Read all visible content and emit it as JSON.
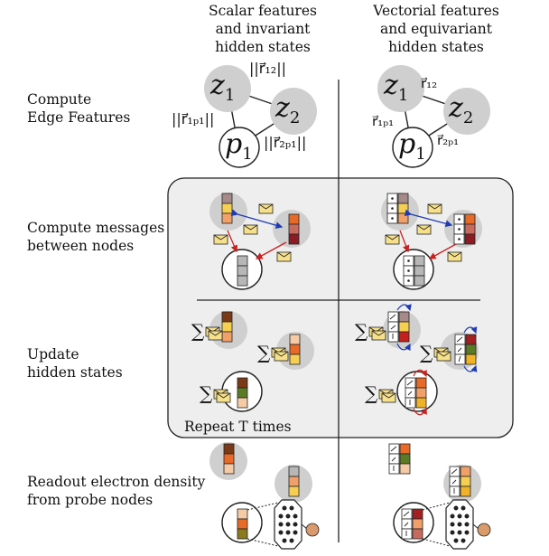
{
  "columns": {
    "left_header": [
      "Scalar features",
      "and invariant",
      "hidden states"
    ],
    "right_header": [
      "Vectorial features",
      "and equivariant",
      "hidden states"
    ]
  },
  "steps": {
    "edge": [
      "Compute",
      "Edge Features"
    ],
    "messages": [
      "Compute messages",
      "between nodes"
    ],
    "update": [
      "Update",
      "hidden states"
    ],
    "readout": [
      "Readout electron density",
      "from probe nodes"
    ]
  },
  "repeat_label": "Repeat T times",
  "nodes": {
    "z1": "z",
    "z1_sub": "1",
    "z2": "z",
    "z2_sub": "2",
    "p1": "p",
    "p1_sub": "1"
  },
  "edge_labels_scalar": {
    "r12": "||r⃗₁₂||",
    "r1p1": "||r⃗₁ₚ₁||",
    "r2p1": "||r⃗₂ₚ₁||"
  },
  "edge_labels_vector": {
    "r12": "r⃗₁₂",
    "r1p1": "r⃗₁ₚ₁",
    "r2p1": "r⃗₂ₚ₁"
  },
  "sum_symbol": "∑",
  "colors": {
    "atom_node": "#cfcfcf",
    "panel_bg": "#eeeeee",
    "message": "#f7e08a",
    "arrow_blue": "#1f3bb3",
    "arrow_red": "#cc1f1f",
    "probe_output": "#d99a6c"
  }
}
